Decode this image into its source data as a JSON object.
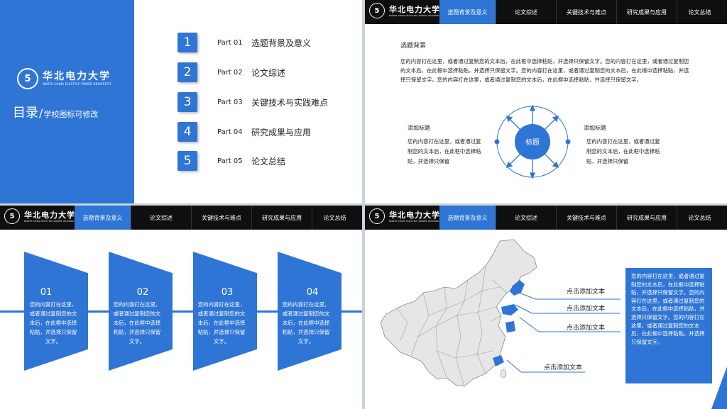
{
  "logo": {
    "cn": "华北电力大学",
    "en": "NORTH CHINA ELECTRIC POWER UNIVERSITY",
    "emblem": "5"
  },
  "slide1": {
    "title": "目录",
    "slash": "/",
    "subtitle": "学校图标可修改",
    "items": [
      {
        "num": "1",
        "part": "Part 01",
        "label": "选题背景及意义"
      },
      {
        "num": "2",
        "part": "Part 02",
        "label": "论文综述"
      },
      {
        "num": "3",
        "part": "Part 03",
        "label": "关键技术与实践难点"
      },
      {
        "num": "4",
        "part": "Part 04",
        "label": "研究成果与应用"
      },
      {
        "num": "5",
        "part": "Part 05",
        "label": "论文总结"
      }
    ]
  },
  "nav": [
    "选题背景及意义",
    "论文综述",
    "关键技术与难点",
    "研究成果与应用",
    "论文总结"
  ],
  "slide2": {
    "heading": "选题背景",
    "paragraph": "您的内容打在这里，或者通过复制您的文本后，在此框中选择粘贴，并选择只保留文字。您的内容打在这里，或者通过复制您的文本后，在此框中选择粘贴，并选择只保留文字。您的内容打在这里，或者通过复制您的文本后，在此框中选择粘贴，并选择只保留文字。您的内容打在这里，或者通过复制您的文本后，在此框中选择粘贴，并选择只保留文字。",
    "left_title": "添加标题",
    "left_text": "您的内容打在这里，或者通过复制您的文本后，在此框中选择粘贴，并选择只保留",
    "right_title": "添加标题",
    "right_text": "您的内容打在这里，或者通过复制您的文本后，在此框中选择粘贴，并选择只保留",
    "center_label": "标题"
  },
  "slide3": {
    "steps": [
      {
        "num": "01",
        "text": "您的内容打在这里，或者通过复制您的文本后，在此框中选择粘贴，并选择只保留文字。"
      },
      {
        "num": "02",
        "text": "您的内容打在这里，或者通过复制您的文本后，在此框中选择粘贴，并选择只保留文字。"
      },
      {
        "num": "03",
        "text": "您的内容打在这里，或者通过复制您的文本后，在此框中选择粘贴，并选择只保留文字。"
      },
      {
        "num": "04",
        "text": "您的内容打在这里，或者通过复制您的文本后，在此框中选择粘贴，并选择只保留文字。"
      }
    ]
  },
  "slide4": {
    "labels": [
      "点击添加文本",
      "点击添加文本",
      "点击添加文本",
      "点击添加文本"
    ],
    "box_text": "您的内容打在这里，或者通过复制您的文本后，在此框中选择粘贴，并选择只保留文字。您的内容打在这里，或者通过复制您的文本后，在此框中选择粘贴，并选择只保留文字。您的内容打在这里，或者通过复制您的文本后，在此框中选择粘贴，并选择只保留文字。"
  },
  "colors": {
    "accent": "#2f75d6",
    "bar": "#0f0f0f",
    "map_fill": "#e6e6e6"
  }
}
